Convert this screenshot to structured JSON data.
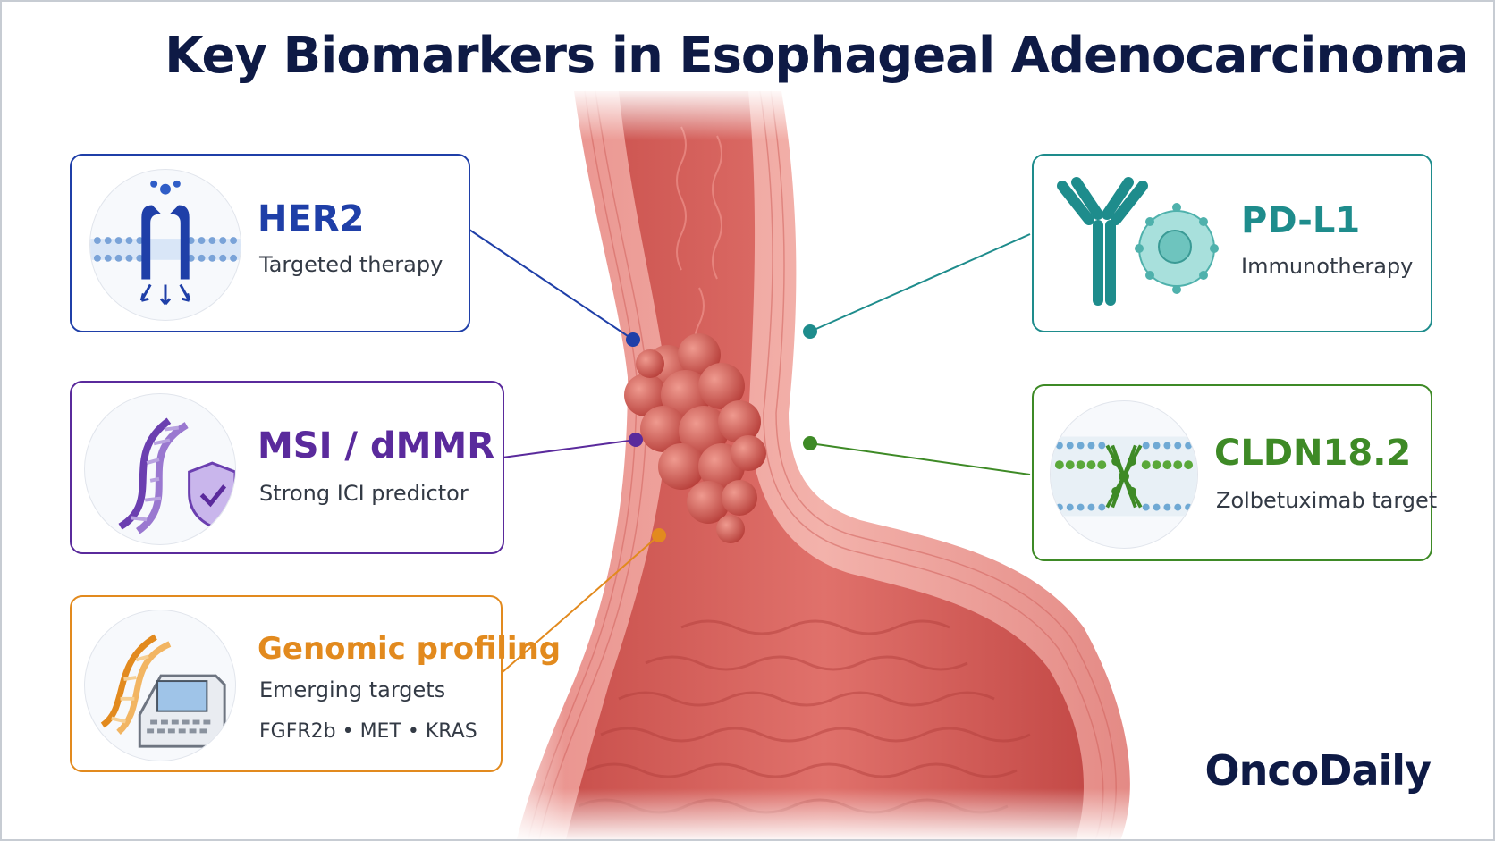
{
  "title": "Key Biomarkers in Esophageal Adenocarcinoma",
  "brand": "OncoDaily",
  "colors": {
    "navy": "#0e1a45",
    "her2": "#1f3fa8",
    "msi": "#5a2a9c",
    "genomic": "#e28a1e",
    "pdl1": "#1e8c8c",
    "cldn": "#3e8a26",
    "tissue": "#e07d7a",
    "tumor": "#c8453f"
  },
  "biomarkers": {
    "her2": {
      "name": "HER2",
      "subtitle": "Targeted therapy",
      "icon": "receptor-membrane-icon"
    },
    "msi": {
      "name": "MSI / dMMR",
      "subtitle": "Strong ICI predictor",
      "icon": "dna-shield-icon"
    },
    "genomic": {
      "name": "Genomic profiling",
      "subtitle": "Emerging targets",
      "targets": "FGFR2b  •  MET  •  KRAS",
      "icon": "dna-sequencer-icon"
    },
    "pdl1": {
      "name": "PD-L1",
      "subtitle": "Immunotherapy",
      "icon": "antibody-cell-icon"
    },
    "cldn": {
      "name": "CLDN18.2",
      "subtitle": "Zolbetuximab target",
      "icon": "tight-junction-icon"
    }
  }
}
